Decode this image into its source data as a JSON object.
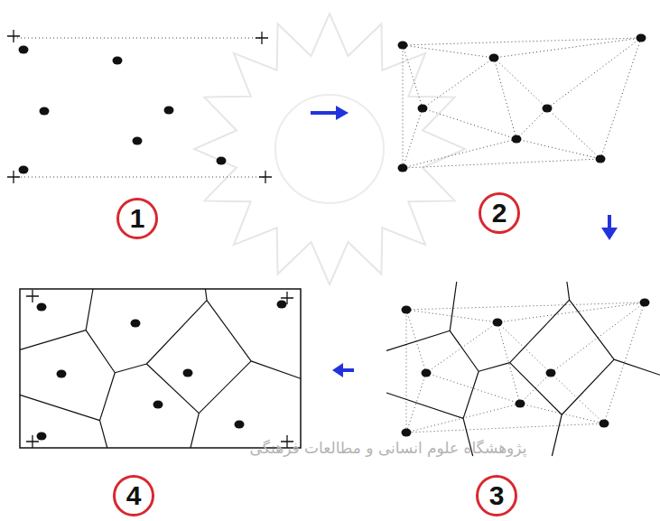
{
  "diagram": {
    "nodes": [
      {
        "text": [
          "1"
        ]
      },
      {
        "text": [
          "2"
        ]
      },
      {
        "text": [
          "3"
        ]
      },
      {
        "text": [
          "4"
        ]
      }
    ],
    "labels": [
      "پژوهشگاه علوم انسانی و مطالعات فرهنگی"
    ]
  }
}
